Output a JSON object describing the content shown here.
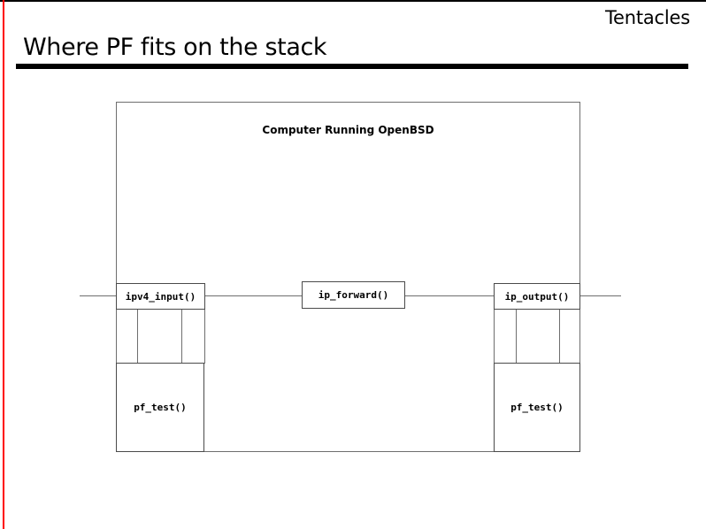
{
  "slide": {
    "deck_name": "Tentacles",
    "title": "Where PF fits on the stack"
  },
  "diagram": {
    "host_label": "Computer Running OpenBSD",
    "nodes": {
      "ipv4_input": "ipv4_input()",
      "ip_forward": "ip_forward()",
      "ip_output": "ip_output()",
      "pf_test_left": "pf_test()",
      "pf_test_right": "pf_test()"
    }
  },
  "colors": {
    "accent_rule": "#fe0000",
    "title_rule": "#000000",
    "box_border": "#6e6e6e",
    "text": "#000000",
    "background": "#ffffff"
  }
}
